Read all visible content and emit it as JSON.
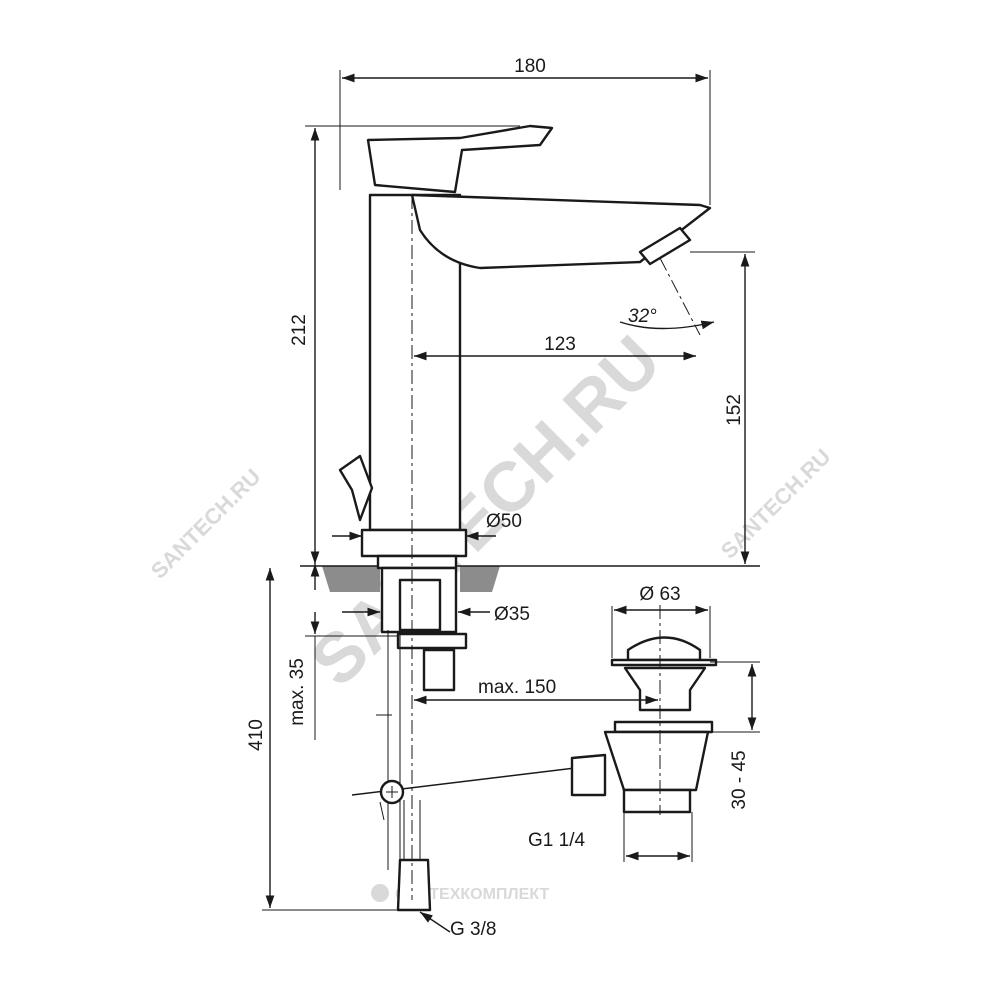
{
  "dimensions": {
    "width_total": "180",
    "height_total": "212",
    "spout_reach": "123",
    "spout_height": "152",
    "spray_angle": "32°",
    "base_diameter": "Ø50",
    "shank_diameter": "Ø35",
    "max_thickness": "max. 35",
    "max_distance": "max. 150",
    "hose_length": "410",
    "waste_diameter": "Ø 63",
    "waste_adjust": "30 - 45",
    "waste_thread": "G1 1/4",
    "hose_thread": "G 3/8"
  },
  "watermarks": {
    "main": "SANTECH.RU",
    "small_left": "SANTECH.RU",
    "small_right": "SANTECH.RU",
    "bottom": "САНТЕХКОМПЛЕКТ"
  },
  "colors": {
    "line": "#1a1a1a",
    "countertop": "#8c8c8c",
    "watermark": "#d9d9d9"
  }
}
